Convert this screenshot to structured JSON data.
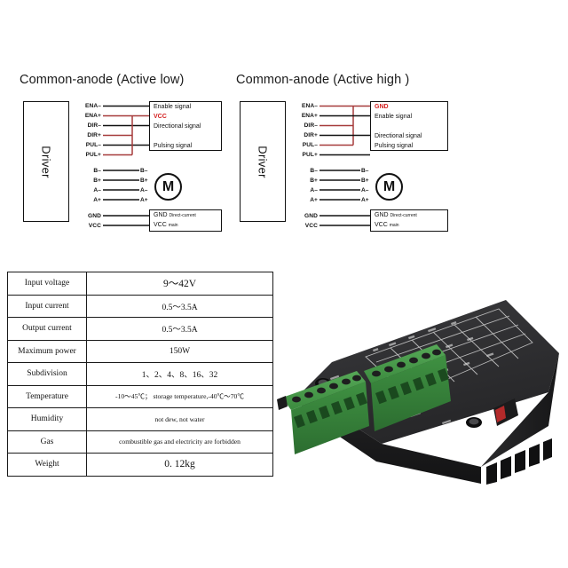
{
  "diagrams": [
    {
      "id": "common-anode-active-low",
      "title": "Common-anode (Active low)",
      "driver_label": "Driver",
      "control_pins": [
        "ENA–",
        "ENA+",
        "DIR–",
        "DIR+",
        "PUL–",
        "PUL+"
      ],
      "motor_pins": [
        "B–",
        "B+",
        "A–",
        "A+"
      ],
      "power_pins": [
        "GND",
        "VCC"
      ],
      "signal_box": [
        {
          "text": "Enable signal",
          "color": "#111111"
        },
        {
          "text": "VCC",
          "color": "#d42020"
        },
        {
          "text": "Directional signal",
          "color": "#111111"
        },
        {
          "text": "Pulsing signal",
          "color": "#111111"
        }
      ],
      "motor_terminals": [
        "B–",
        "B+",
        "A–",
        "A+"
      ],
      "motor_symbol": "M",
      "power_box": [
        {
          "label": "GND",
          "note": "Direct-current"
        },
        {
          "label": "VCC",
          "note": "main"
        }
      ]
    },
    {
      "id": "common-anode-active-high",
      "title": "Common-anode (Active high )",
      "driver_label": "Driver",
      "control_pins": [
        "ENA–",
        "ENA+",
        "DIR–",
        "DIR+",
        "PUL–",
        "PUL+"
      ],
      "motor_pins": [
        "B–",
        "B+",
        "A–",
        "A+"
      ],
      "power_pins": [
        "GND",
        "VCC"
      ],
      "signal_box": [
        {
          "text": "GND",
          "color": "#d42020"
        },
        {
          "text": "Enable signal",
          "color": "#111111"
        },
        {
          "text": "Directional signal",
          "color": "#111111"
        },
        {
          "text": "Pulsing signal",
          "color": "#111111"
        }
      ],
      "motor_terminals": [
        "B–",
        "B+",
        "A–",
        "A+"
      ],
      "motor_symbol": "M",
      "power_box": [
        {
          "label": "GND",
          "note": "Direct-current"
        },
        {
          "label": "VCC",
          "note": "main"
        }
      ]
    }
  ],
  "spec_table": {
    "rows": [
      {
        "key": "Input voltage",
        "value": "9～42V",
        "emphasis": true
      },
      {
        "key": "Input current",
        "value": "0.5～3.5A",
        "emphasis": false
      },
      {
        "key": "Output current",
        "value": "0.5～3.5A",
        "emphasis": false
      },
      {
        "key": "Maximum power",
        "value": "150W",
        "emphasis": false
      },
      {
        "key": "Subdivision",
        "value": "1、2、4、8、16、32",
        "emphasis": false
      },
      {
        "key": "Temperature",
        "value": "-10～45℃；  storage temperature,-40℃～70℃",
        "emphasis": false,
        "small": true
      },
      {
        "key": "Humidity",
        "value": "not dew, not water",
        "emphasis": false,
        "small": true
      },
      {
        "key": "Gas",
        "value": "combustible gas and electricity are forbidden",
        "emphasis": false,
        "small": true
      },
      {
        "key": "Weight",
        "value": "0. 12kg",
        "emphasis": true
      }
    ]
  },
  "product_photo": {
    "name": "stepper-motor-driver-module",
    "body_color": "#2e2e30",
    "terminal_color": "#3f9142",
    "background": "#ffffff",
    "terminal_block_count": 2,
    "terminal_pins_per_block": 6
  },
  "colors": {
    "red_wire": "#a63b3b",
    "red_text": "#d42020",
    "ink": "#111111",
    "background": "#ffffff"
  }
}
